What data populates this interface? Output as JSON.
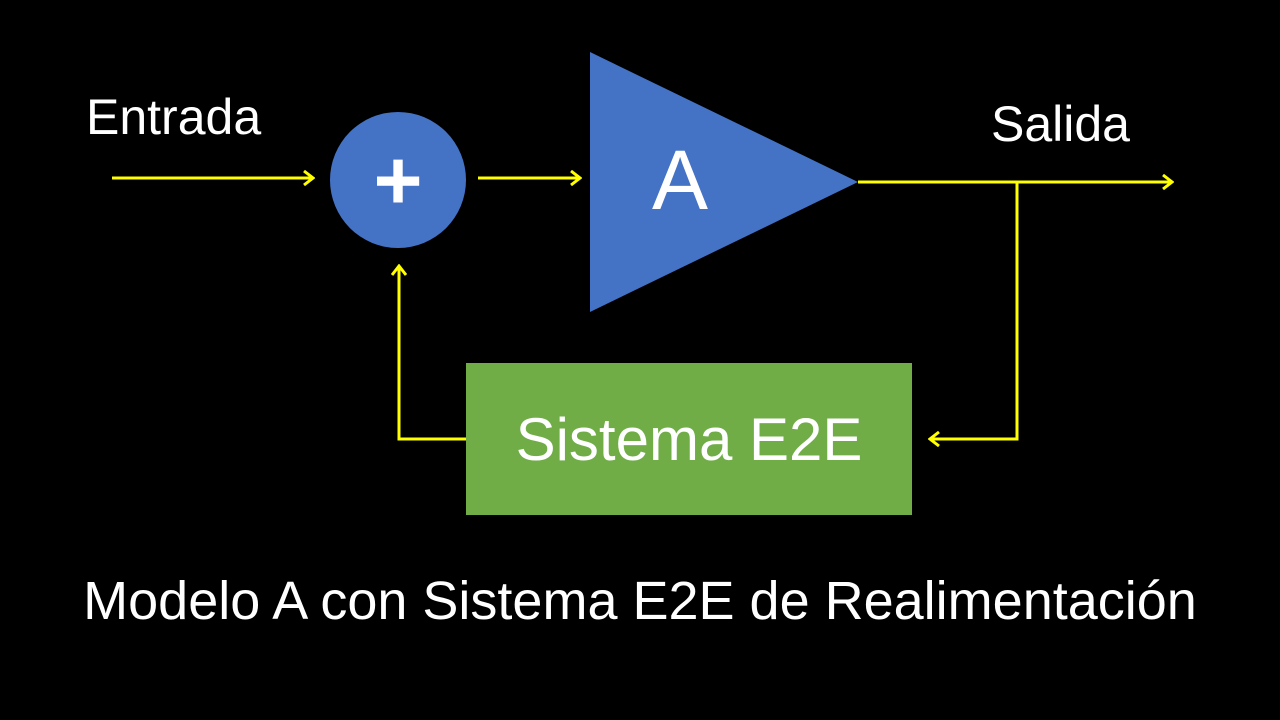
{
  "colors": {
    "background": "#000000",
    "summer_fill": "#4472c4",
    "amplifier_fill": "#4472c4",
    "feedback_fill": "#70ad47",
    "signal_line": "#ffff00",
    "text": "#ffffff"
  },
  "diagram": {
    "input_label": "Entrada",
    "output_label": "Salida",
    "summer_symbol": "+",
    "amplifier_label": "A",
    "feedback_block_label": "Sistema E2E",
    "caption": "Modelo A con Sistema E2E de Realimentación"
  }
}
